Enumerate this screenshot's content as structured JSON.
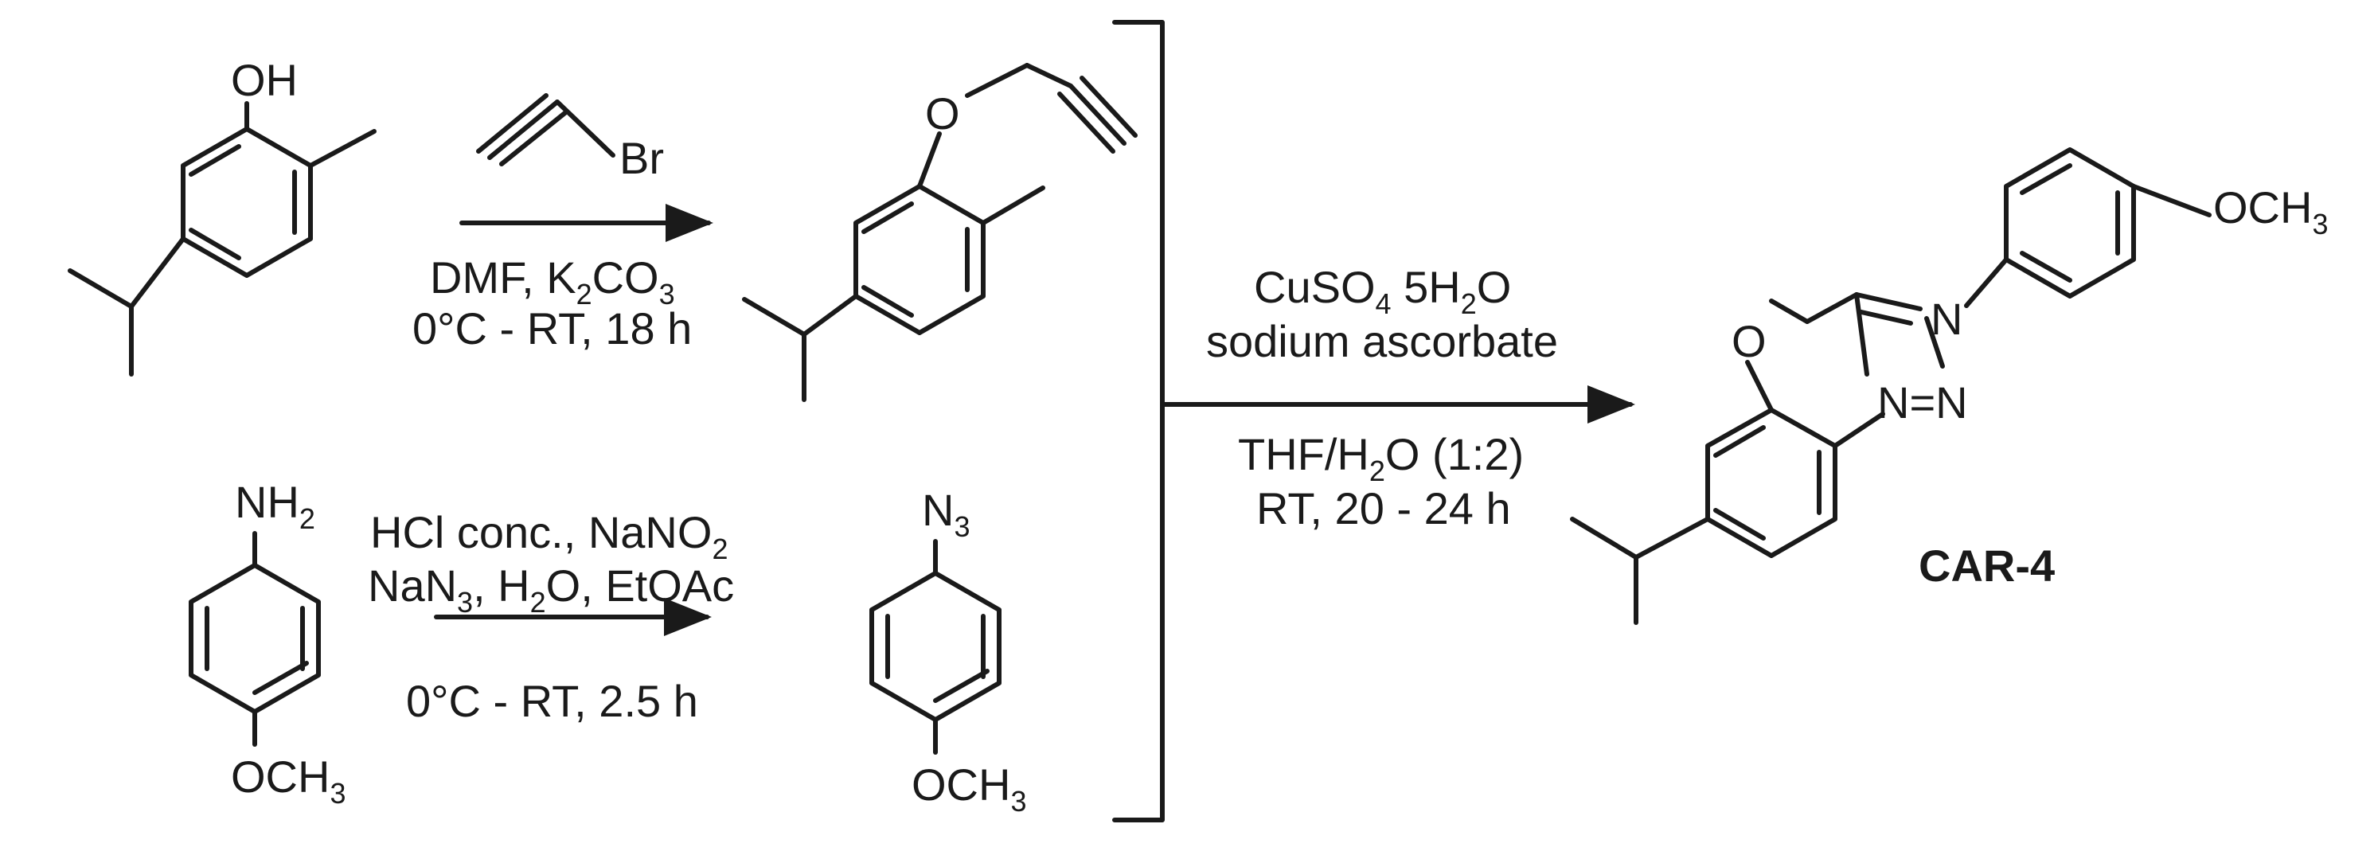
{
  "molecules": {
    "carvacrol": {
      "oh_label": "OH"
    },
    "propargyl_bromide": {
      "br_label": "Br"
    },
    "propargyl_ether": {
      "o_label": "O"
    },
    "anisidine": {
      "nh2_label": "NH",
      "nh2_sub": "2",
      "och3_label": "OCH",
      "och3_sub": "3"
    },
    "aryl_azide": {
      "n3_label": "N",
      "n3_sub": "3",
      "och3_label": "OCH",
      "och3_sub": "3"
    },
    "product": {
      "o_label": "O",
      "n1_label": "N",
      "n_eq_n_label": "N=N",
      "och3_label": "OCH",
      "och3_sub": "3",
      "name": "CAR-4"
    }
  },
  "conditions": {
    "step1": {
      "line1_a": "DMF, K",
      "line1_sub1": "2",
      "line1_b": "CO",
      "line1_sub2": "3",
      "line2": "0°C - RT, 18 h"
    },
    "step2": {
      "line1_a": "HCl conc., NaNO",
      "line1_sub": "2",
      "line2_a": "NaN",
      "line2_sub1": "3",
      "line2_b": ", H",
      "line2_sub2": "2",
      "line2_c": "O, EtOAc",
      "line3": "0°C - RT, 2.5 h"
    },
    "step3": {
      "line1_a": "CuSO",
      "line1_sub": "4",
      "line1_b": " 5H",
      "line1_sub2": "2",
      "line1_c": "O",
      "line2": "sodium ascorbate",
      "line3_a": "THF/H",
      "line3_sub": "2",
      "line3_b": "O (1:2)",
      "line4": "RT, 20 - 24 h"
    }
  }
}
